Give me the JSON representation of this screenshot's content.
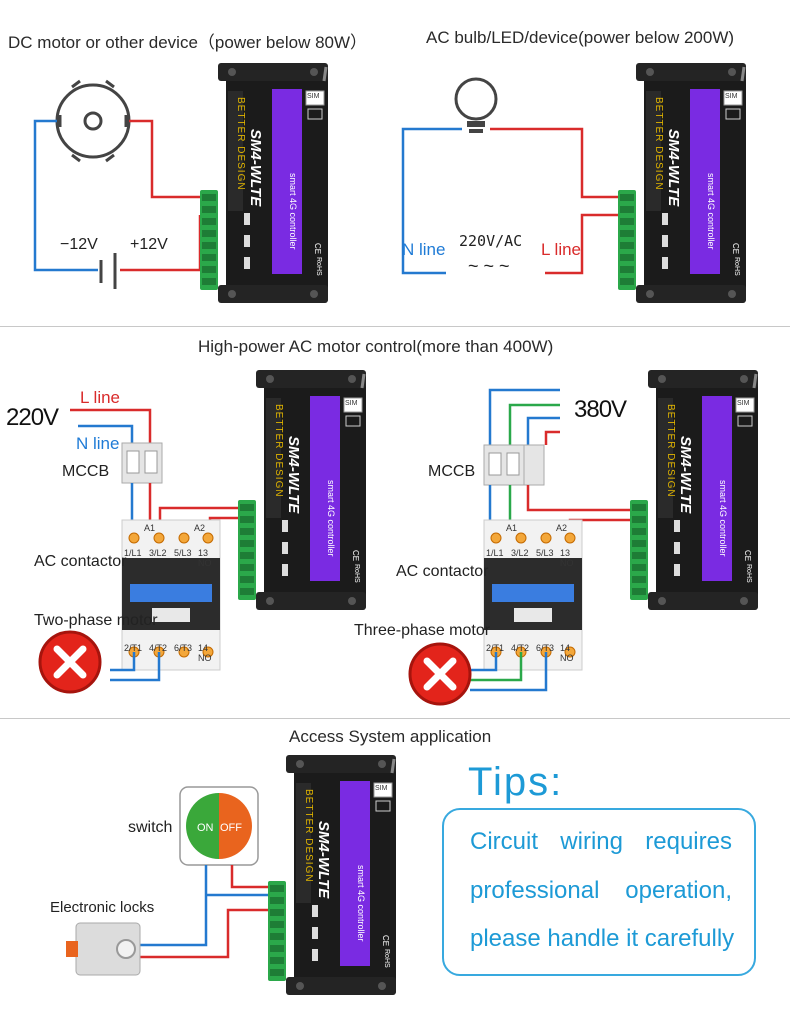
{
  "section1": {
    "left_title": "DC motor or other device（power below 80W）",
    "right_title": "AC  bulb/LED/device(power below 200W)",
    "neg_label": "−12V",
    "pos_label": "+12V",
    "n_line": "N line",
    "l_line": "L line",
    "voltage": "220V/AC",
    "wave": "~  ~  ~"
  },
  "section2": {
    "title": "High-power AC motor control(more than 400W)",
    "left": {
      "l_line": "L line",
      "n_line": "N line",
      "voltage": "220V",
      "mccb": "MCCB",
      "contactor": "AC contactor",
      "motor": "Two-phase motor"
    },
    "right": {
      "voltage": "380V",
      "mccb": "MCCB",
      "contactor": "AC contactor",
      "motor": "Three-phase motor"
    },
    "contactor_top": [
      "A1",
      "A2",
      "1/L1",
      "3/L2",
      "5/L3",
      "13 NO"
    ],
    "contactor_bottom": [
      "2/T1",
      "4/T2",
      "6/T3",
      "14 NO"
    ]
  },
  "section3": {
    "title": "Access System application",
    "switch_label": "switch",
    "on": "ON",
    "off": "OFF",
    "locks_label": "Electronic locks"
  },
  "device": {
    "model": "SM4-WLTE",
    "brand": "BETTER DESIGN",
    "subtitle": "smart 4G controller",
    "sim": "SIM",
    "ce": "CE",
    "rohs": "RoHS"
  },
  "tips": {
    "title": "Tips:",
    "lines": [
      [
        "Circuit",
        "wiring",
        "requires"
      ],
      [
        "professional",
        "operation,"
      ],
      [
        "please handle it carefully"
      ]
    ]
  },
  "colors": {
    "device_purple": "#7a2be2",
    "wire_red": "#d92b2b",
    "wire_blue": "#2479cf",
    "wire_green": "#2aa84a",
    "accent_blue": "#1d9ad6"
  }
}
